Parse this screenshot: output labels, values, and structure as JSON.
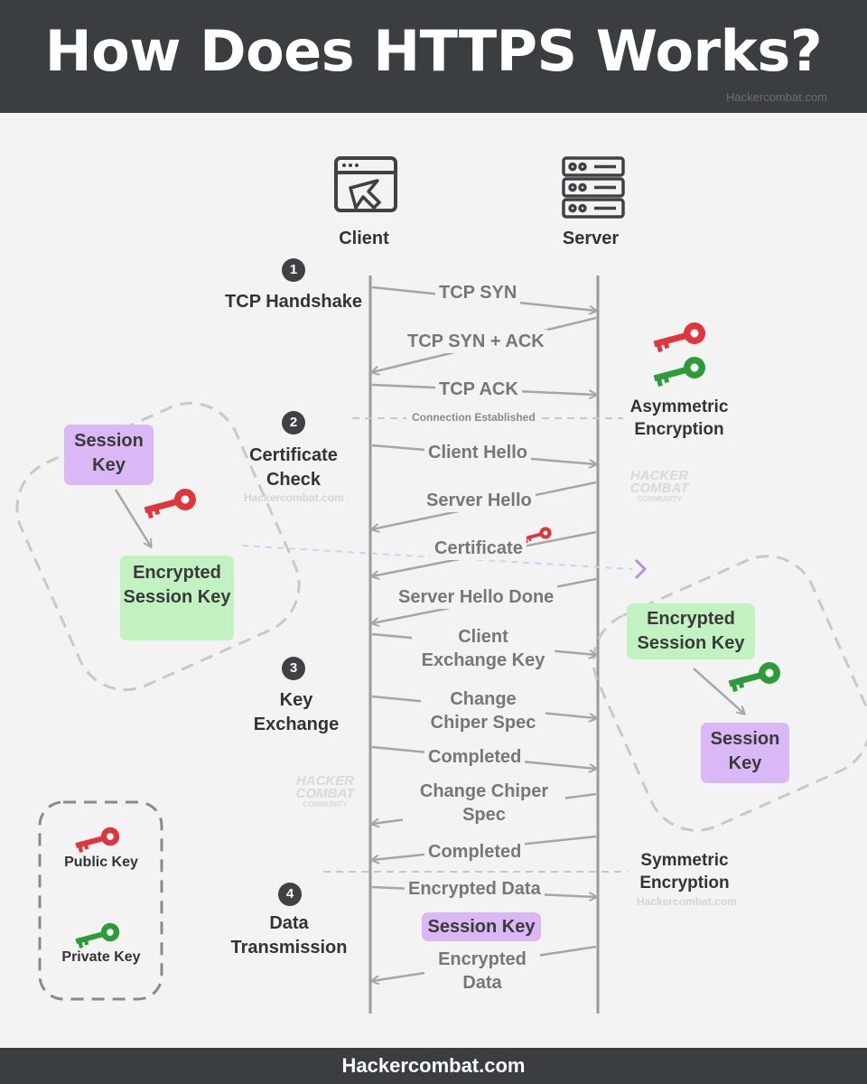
{
  "title": "How Does HTTPS Works?",
  "watermark": "Hackercombat.com",
  "footer": "Hackercombat.com",
  "actors": {
    "client": "Client",
    "server": "Server"
  },
  "steps": [
    {
      "num": "1",
      "label": "TCP Handshake"
    },
    {
      "num": "2",
      "label": "Certificate Check"
    },
    {
      "num": "3",
      "label": "Key Exchange"
    },
    {
      "num": "4",
      "label": "Data Transmission"
    }
  ],
  "messages": [
    "TCP SYN",
    "TCP SYN + ACK",
    "TCP ACK",
    "Client Hello",
    "Server Hello",
    "Certificate",
    "Server Hello Done",
    "Client Exchange Key",
    "Change Chiper Spec",
    "Completed",
    "Change Chiper Spec",
    "Completed",
    "Encrypted Data",
    "Encrypted Data"
  ],
  "separators": {
    "connection": "Connection Established"
  },
  "side_labels": {
    "asymmetric": "Asymmetric Encryption",
    "symmetric": "Symmetric Encryption"
  },
  "left_panel": {
    "session_key": "Session Key",
    "encrypted_session_key": "Encrypted Session Key"
  },
  "right_panel": {
    "encrypted_session_key": "Encrypted Session Key",
    "session_key": "Session Key"
  },
  "data_chip": "Session Key",
  "legend": {
    "public_key": "Public Key",
    "private_key": "Private Key"
  },
  "logo": {
    "line1": "HACKER",
    "line2": "COMBAT",
    "line3": "COMMUNITY"
  },
  "colors": {
    "header": "#3b3e41",
    "public_key": "#e0353d",
    "private_key": "#2e9b3a",
    "session_chip": "#d9b8f5",
    "encrypted_chip": "#c2f2c2"
  }
}
